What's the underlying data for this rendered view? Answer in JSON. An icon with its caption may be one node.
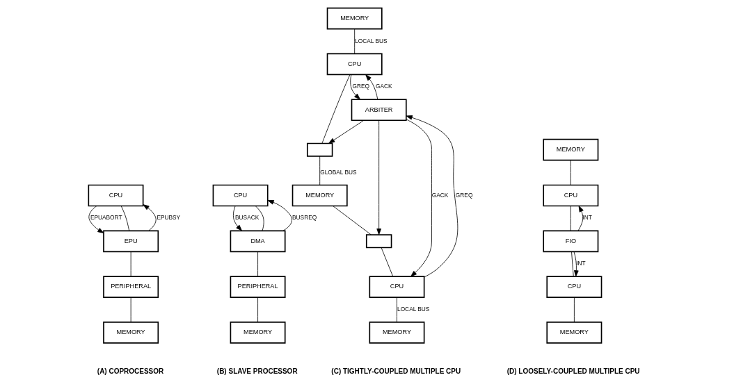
{
  "diagram": {
    "nodes": [
      {
        "text": [
          "CPU"
        ]
      },
      {
        "text": [
          "EPU"
        ]
      },
      {
        "text": [
          "PERIPHERAL"
        ]
      },
      {
        "text": [
          "MEMORY"
        ]
      },
      {
        "text": [
          "CPU"
        ]
      },
      {
        "text": [
          "DMA"
        ]
      },
      {
        "text": [
          "PERIPHERAL"
        ]
      },
      {
        "text": [
          "MEMORY"
        ]
      },
      {
        "text": [
          "MEMORY"
        ]
      },
      {
        "text": [
          "CPU"
        ]
      },
      {
        "text": [],
        "shape": "box"
      },
      {
        "text": [
          "ARBITER"
        ]
      },
      {
        "text": [
          "MEMORY"
        ]
      },
      {
        "text": [],
        "shape": "box"
      },
      {
        "text": [
          "CPU"
        ]
      },
      {
        "text": [
          "MEMORY"
        ]
      },
      {
        "text": [
          "MEMORY"
        ]
      },
      {
        "text": [
          "CPU"
        ]
      },
      {
        "text": [
          "FIO"
        ]
      },
      {
        "text": [
          "CPU"
        ]
      },
      {
        "text": [
          "MEMORY"
        ]
      }
    ],
    "edges": [
      {
        "from": 1,
        "to": 0,
        "arrow": "to",
        "label": "EPUBSY"
      },
      {
        "from": 0,
        "to": 1,
        "arrow": "to",
        "label": "EPUABORT"
      },
      {
        "from": 0,
        "to": 1,
        "arrow": "none"
      },
      {
        "from": 1,
        "to": 2,
        "arrow": "none"
      },
      {
        "from": 2,
        "to": 3,
        "arrow": "none"
      },
      {
        "from": 4,
        "to": 5,
        "arrow": "to",
        "label": "BUSACK"
      },
      {
        "from": 5,
        "to": 4,
        "arrow": "to",
        "label": "BUSREQ"
      },
      {
        "from": 4,
        "to": 5,
        "arrow": "none"
      },
      {
        "from": 5,
        "to": 6,
        "arrow": "none"
      },
      {
        "from": 6,
        "to": 7,
        "arrow": "none"
      },
      {
        "from": 8,
        "to": 9,
        "arrow": "none",
        "label": "LOCAL BUS"
      },
      {
        "from": 9,
        "to": 10,
        "arrow": "none"
      },
      {
        "from": 10,
        "to": 12,
        "arrow": "none",
        "label": "GLOBAL BUS"
      },
      {
        "from": 12,
        "to": 13,
        "arrow": "none"
      },
      {
        "from": 13,
        "to": 14,
        "arrow": "none"
      },
      {
        "from": 14,
        "to": 15,
        "arrow": "none",
        "label": "LOCAL BUS"
      },
      {
        "from": 9,
        "to": 11,
        "arrow": "to",
        "label": "GREQ"
      },
      {
        "from": 11,
        "to": 9,
        "arrow": "to",
        "label": "GACK"
      },
      {
        "from": 11,
        "to": 10,
        "arrow": "to"
      },
      {
        "from": 11,
        "to": 14,
        "arrow": "to",
        "label": "GACK"
      },
      {
        "from": 11,
        "to": 13,
        "arrow": "to"
      },
      {
        "from": 14,
        "to": 11,
        "arrow": "to",
        "label": "GREQ"
      },
      {
        "from": 16,
        "to": 17,
        "arrow": "none"
      },
      {
        "from": 17,
        "to": 18,
        "arrow": "none"
      },
      {
        "from": 18,
        "to": 19,
        "arrow": "none"
      },
      {
        "from": 19,
        "to": 20,
        "arrow": "none"
      },
      {
        "from": 18,
        "to": 17,
        "arrow": "to",
        "label": "INT"
      },
      {
        "from": 18,
        "to": 19,
        "arrow": "to",
        "label": "INT"
      }
    ],
    "labels": [
      "(A) COPROCESSOR",
      "(B) SLAVE PROCESSOR",
      "(C) TIGHTLY-COUPLED MULTIPLE CPU",
      "(D) LOOSELY-COUPLED MULTIPLE CPU"
    ]
  }
}
